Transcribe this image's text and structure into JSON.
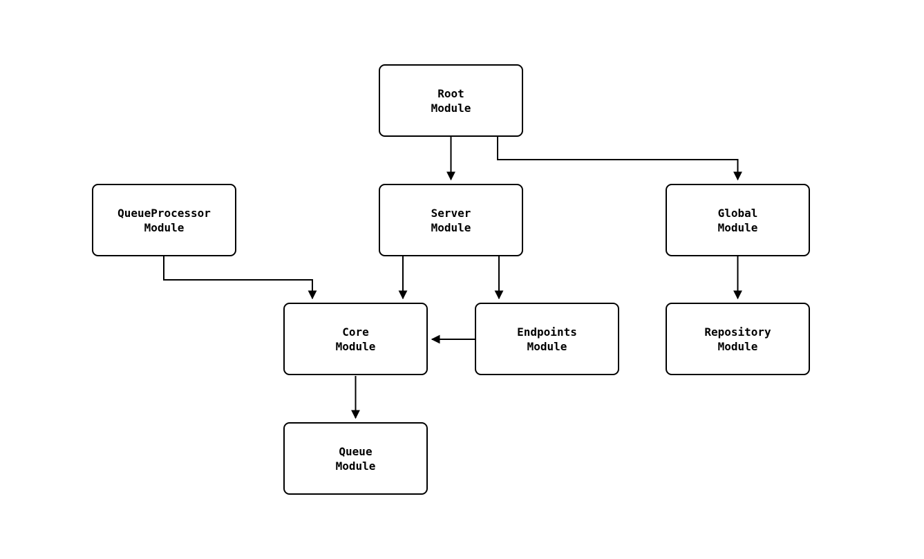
{
  "diagram": {
    "type": "flowchart",
    "background": "#ffffff",
    "node_border_color": "#000000",
    "node_fill_color": "#ffffff",
    "edge_color": "#000000",
    "nodes": {
      "root": {
        "label": "Root\nModule"
      },
      "server": {
        "label": "Server\nModule"
      },
      "global": {
        "label": "Global\nModule"
      },
      "queueprocessor": {
        "label": "QueueProcessor\nModule"
      },
      "core": {
        "label": "Core\nModule"
      },
      "endpoints": {
        "label": "Endpoints\nModule"
      },
      "repository": {
        "label": "Repository\nModule"
      },
      "queue": {
        "label": "Queue\nModule"
      }
    },
    "edges": [
      {
        "from": "Root Module",
        "to": "Server Module"
      },
      {
        "from": "Root Module",
        "to": "Global Module"
      },
      {
        "from": "QueueProcessor Module",
        "to": "Core Module"
      },
      {
        "from": "Server Module",
        "to": "Core Module"
      },
      {
        "from": "Server Module",
        "to": "Endpoints Module"
      },
      {
        "from": "Endpoints Module",
        "to": "Core Module"
      },
      {
        "from": "Global Module",
        "to": "Repository Module"
      },
      {
        "from": "Core Module",
        "to": "Queue Module"
      }
    ]
  }
}
